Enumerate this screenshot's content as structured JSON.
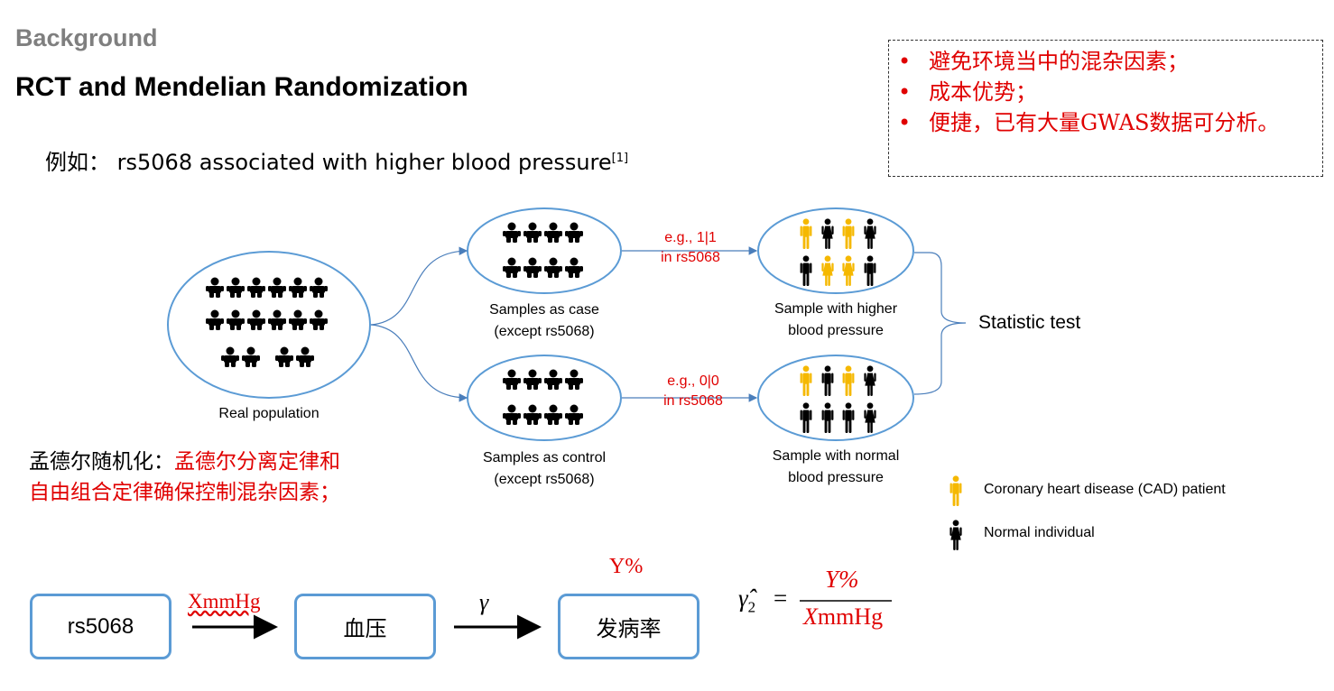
{
  "header": {
    "section": "Background",
    "title": "RCT and Mendelian Randomization",
    "example_prefix": "例如：",
    "example_text": "rs5068 associated with higher blood pressure",
    "example_ref": "[1]"
  },
  "advantages": [
    "避免环境当中的混杂因素；",
    "成本优势；",
    "便捷，已有大量GWAS数据可分析。"
  ],
  "diagram": {
    "real_population": "Real population",
    "case_line1": "Samples as case",
    "case_line2": "(except rs5068)",
    "control_line1": "Samples as control",
    "control_line2": "(except rs5068)",
    "arrow_top_line1": "e.g., 1|1",
    "arrow_top_line2": "in rs5068",
    "arrow_bottom_line1": "e.g., 0|0",
    "arrow_bottom_line2": "in rs5068",
    "higher_line1": "Sample with higher",
    "higher_line2": "blood pressure",
    "normal_line1": "Sample with normal",
    "normal_line2": "blood pressure",
    "statistic_test": "Statistic test"
  },
  "mendelian": {
    "prefix": "孟德尔随机化：",
    "red_line1": "孟德尔分离定律和",
    "red_line2": "自由组合定律确保控制混杂因素；"
  },
  "legend": {
    "cad": "Coronary heart disease (CAD) patient",
    "normal": "Normal individual"
  },
  "flow": {
    "box1": "rs5068",
    "arrow1_label": "XmmHg",
    "box2": "血压",
    "arrow2_label": "γ",
    "box3": "发病率",
    "box3_top": "Y%",
    "formula_lhs": "γ̂",
    "formula_sub": "2",
    "formula_eq": "=",
    "formula_num": "Y%",
    "formula_den_var": "X",
    "formula_den_unit": "mmHg"
  },
  "colors": {
    "accent_blue": "#5b9bd5",
    "arrow_blue": "#4a7ebb",
    "red": "#e00000",
    "cad_yellow": "#f5b800"
  }
}
